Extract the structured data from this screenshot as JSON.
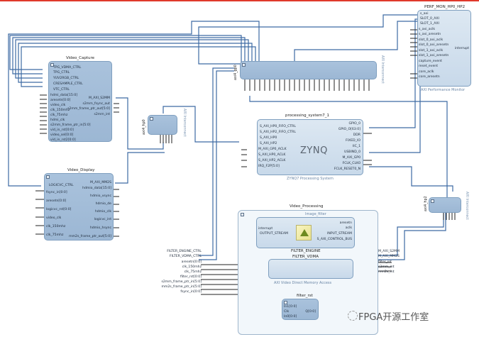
{
  "colors": {
    "top_bar": "#e0392b",
    "wire": "#3d6aa3",
    "block_fill": "#a9c2dc",
    "text_dark": "#1e2a3a"
  },
  "video_capture": {
    "title": "Video_Capture",
    "left_ports": [
      "TPG_VDMA_CTRL",
      "TPG_CTRL",
      "YUV2RGB_CTRL",
      "CRESAMPLE_CTRL",
      "VTC_CTRL",
      "hdmi_data[15:0]",
      "aresetn[0:0]",
      "video_clk",
      "clk_150mhz",
      "clk_75mhz",
      "hdmi_clk",
      "s2mm_frame_ptr_in[5:0]",
      "vid_in_rst[0:0]",
      "video_sel[0:0]",
      "vid_in_rst2[0:0]"
    ],
    "right_ports": [
      "M_AXI_S2MM",
      "s2mm_fsync_out",
      "s2mm_frame_ptr_out[5:0]",
      "s2mm_int"
    ]
  },
  "video_display": {
    "title": "Video_Display",
    "left_ports": [
      "LOGICVC_CTRL",
      "fsync_in[0:0]",
      "aresetn[0:0]",
      "logicvc_rst[0:0]",
      "video_clk",
      "clk_150mhz",
      "clk_75mhz"
    ],
    "right_ports": [
      "M_AXI_MM2S",
      "hdmio_data[15:0]",
      "hdmio_vsync",
      "hdmio_de",
      "hdmio_clk",
      "logicvc_int",
      "hdmio_hsync",
      "mm2s_frame_ptr_out[5:0]"
    ]
  },
  "axi4_hp0": {
    "name": "axi4_hp0",
    "type": "AXI Interconnect"
  },
  "axi4_gp0": {
    "name": "axi4_gp0",
    "type": "AXI Interconnect"
  },
  "axi4_hp2": {
    "name": "axi4_hp2",
    "type": "AXI Interconnect"
  },
  "processing_system": {
    "title": "processing_system7_1",
    "subtitle": "ZYNQ7 Processing System",
    "logo": "ZYNQ",
    "left_ports": [
      "S_AXI_HP0_FIFO_CTRL",
      "S_AXI_HP2_FIFO_CTRL",
      "S_AXI_HP0",
      "S_AXI_HP2",
      "M_AXI_GP0_ACLK",
      "S_AXI_HP0_ACLK",
      "S_AXI_HP2_ACLK",
      "IRQ_F2P[5:0]"
    ],
    "right_ports": [
      "GPIO_0",
      "GPIO_O[63:0]",
      "DDR",
      "FIXED_IO",
      "IIC_1",
      "USBIND_0",
      "M_AXI_GP0",
      "FCLK_CLK0",
      "FCLK_RESET0_N"
    ]
  },
  "perf_mon": {
    "title": "PERF_MON_HP0_HP2",
    "subtitle": "AXI Performance Monitor",
    "left_ports": [
      "s_axi",
      "SLOT_0_AXI",
      "SLOT_1_AXI",
      "s_axi_aclk",
      "s_axi_aresetn",
      "slot_0_axi_aclk",
      "slot_0_axi_aresetn",
      "slot_1_axi_aclk",
      "slot_1_axi_aresetn",
      "capture_event",
      "reset_event",
      "core_aclk",
      "core_aresetn"
    ],
    "right_ports": [
      "interrupt"
    ]
  },
  "video_processing": {
    "title": "Video_Processing",
    "left_ports": [
      "FILTER_ENGINE_CTRL",
      "FILTER_VDMA_CTRL",
      "aresetn[0:0]",
      "clk_150mhz",
      "clk_75mhz",
      "filter_rst[0:0]",
      "s2mm_frame_ptr_in[5:0]",
      "mm2s_frame_ptr_in[5:0]",
      "fsync_in[0:0]"
    ],
    "right_ports": [
      "M_AXI_S2MM",
      "M_AXI_MM2S",
      "filter_int",
      "s2mm_int",
      "mm2s_int"
    ],
    "image_filter": {
      "title": "Image_filter",
      "name": "FILTER_ENGINE",
      "left_ports": [
        "interrupt",
        "OUTPUT_STREAM"
      ],
      "right_ports": [
        "aresetn",
        "aclk",
        "INPUT_STREAM",
        "S_AXI_CONTROL_BUS"
      ]
    },
    "vdma": {
      "name": "FILTER_VDMA",
      "subtitle": "AXI Video Direct Memory Access"
    },
    "filter_rst": {
      "title": "filter_rst",
      "left_ports": [
        "In1[0:0]",
        "Clk",
        "In0[0:0]"
      ],
      "right_ports": [
        "Q[0:0]"
      ]
    }
  },
  "watermark": "FPGA开源工作室"
}
